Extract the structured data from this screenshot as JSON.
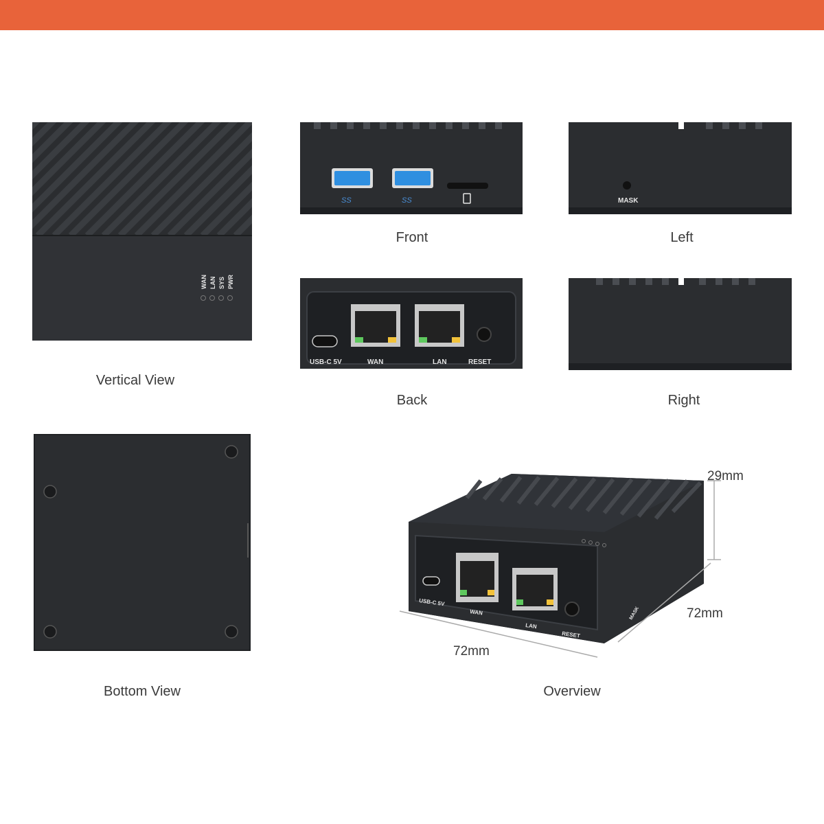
{
  "colors": {
    "banner": "#e8633a",
    "case": "#2b2d30",
    "case_dark": "#1e2023",
    "usb_blue": "#2f8fe0"
  },
  "views": {
    "vertical": "Vertical View",
    "front": "Front",
    "left": "Left",
    "back": "Back",
    "right": "Right",
    "bottom": "Bottom View",
    "overview": "Overview"
  },
  "leds": [
    "WAN",
    "LAN",
    "SYS",
    "PWR"
  ],
  "front_ports": {
    "usb1": "SS",
    "usb2": "SS"
  },
  "left_label": "MASK",
  "back_ports": {
    "usbc": "USB-C 5V",
    "wan": "WAN",
    "lan": "LAN",
    "reset": "RESET"
  },
  "dimensions": {
    "height": "29mm",
    "depth": "72mm",
    "width": "72mm"
  }
}
